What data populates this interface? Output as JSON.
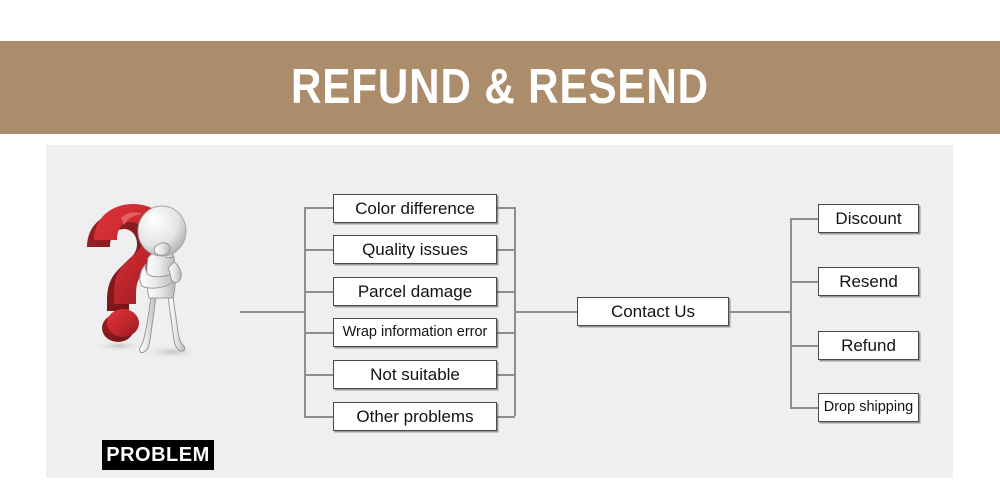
{
  "banner": {
    "title": "REFUND & RESEND",
    "bg_color": "#ab8d6b",
    "text_color": "#ffffff"
  },
  "panel": {
    "bg_color": "#efefef"
  },
  "problem": {
    "label": "PROBLEM",
    "label_bg": "#000000",
    "label_color": "#ffffff",
    "icon": "question-mark-thinking-person",
    "question_mark_color": "#c1272d",
    "figure_color": "#d9d9d9"
  },
  "diagram": {
    "type": "mind-map",
    "problems": [
      {
        "label": "Color difference",
        "size": "normal"
      },
      {
        "label": "Quality issues",
        "size": "normal"
      },
      {
        "label": "Parcel damage",
        "size": "normal"
      },
      {
        "label": "Wrap information error",
        "size": "small"
      },
      {
        "label": "Not suitable",
        "size": "normal"
      },
      {
        "label": "Other problems",
        "size": "normal"
      }
    ],
    "middle": {
      "label": "Contact Us"
    },
    "solutions": [
      {
        "label": "Discount",
        "size": "normal"
      },
      {
        "label": "Resend",
        "size": "normal"
      },
      {
        "label": "Refund",
        "size": "normal"
      },
      {
        "label": "Drop shipping",
        "size": "small"
      }
    ],
    "line_color": "#8e8e8e",
    "node_border_color": "#4a4a4a",
    "node_bg": "#ffffff"
  }
}
